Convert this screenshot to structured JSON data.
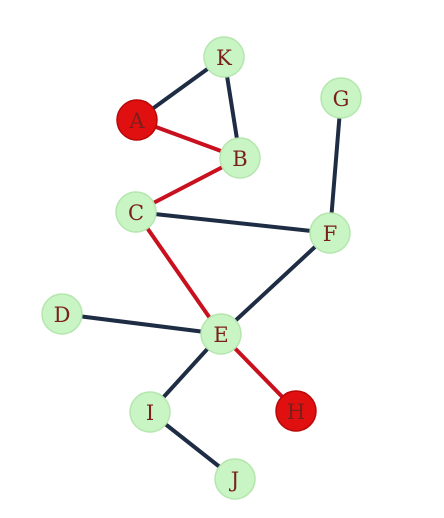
{
  "graph": {
    "colors": {
      "node_default_fill": "#c8f5c3",
      "node_default_stroke": "#b4e6ae",
      "node_highlight_fill": "#e01010",
      "node_highlight_stroke": "#b80808",
      "label": "#7a1f1a",
      "edge_default": "#1f2d44",
      "edge_highlight": "#c8101e"
    },
    "nodes": [
      {
        "id": "K",
        "label": "K",
        "highlighted": false
      },
      {
        "id": "A",
        "label": "A",
        "highlighted": true
      },
      {
        "id": "B",
        "label": "B",
        "highlighted": false
      },
      {
        "id": "G",
        "label": "G",
        "highlighted": false
      },
      {
        "id": "C",
        "label": "C",
        "highlighted": false
      },
      {
        "id": "F",
        "label": "F",
        "highlighted": false
      },
      {
        "id": "D",
        "label": "D",
        "highlighted": false
      },
      {
        "id": "E",
        "label": "E",
        "highlighted": false
      },
      {
        "id": "I",
        "label": "I",
        "highlighted": false
      },
      {
        "id": "H",
        "label": "H",
        "highlighted": true
      },
      {
        "id": "J",
        "label": "J",
        "highlighted": false
      }
    ],
    "edges": [
      {
        "from": "K",
        "to": "A",
        "highlighted": false
      },
      {
        "from": "K",
        "to": "B",
        "highlighted": false
      },
      {
        "from": "A",
        "to": "B",
        "highlighted": true
      },
      {
        "from": "B",
        "to": "C",
        "highlighted": true
      },
      {
        "from": "C",
        "to": "F",
        "highlighted": false
      },
      {
        "from": "G",
        "to": "F",
        "highlighted": false
      },
      {
        "from": "C",
        "to": "E",
        "highlighted": true
      },
      {
        "from": "F",
        "to": "E",
        "highlighted": false
      },
      {
        "from": "D",
        "to": "E",
        "highlighted": false
      },
      {
        "from": "E",
        "to": "H",
        "highlighted": true
      },
      {
        "from": "E",
        "to": "I",
        "highlighted": false
      },
      {
        "from": "I",
        "to": "J",
        "highlighted": false
      }
    ]
  }
}
